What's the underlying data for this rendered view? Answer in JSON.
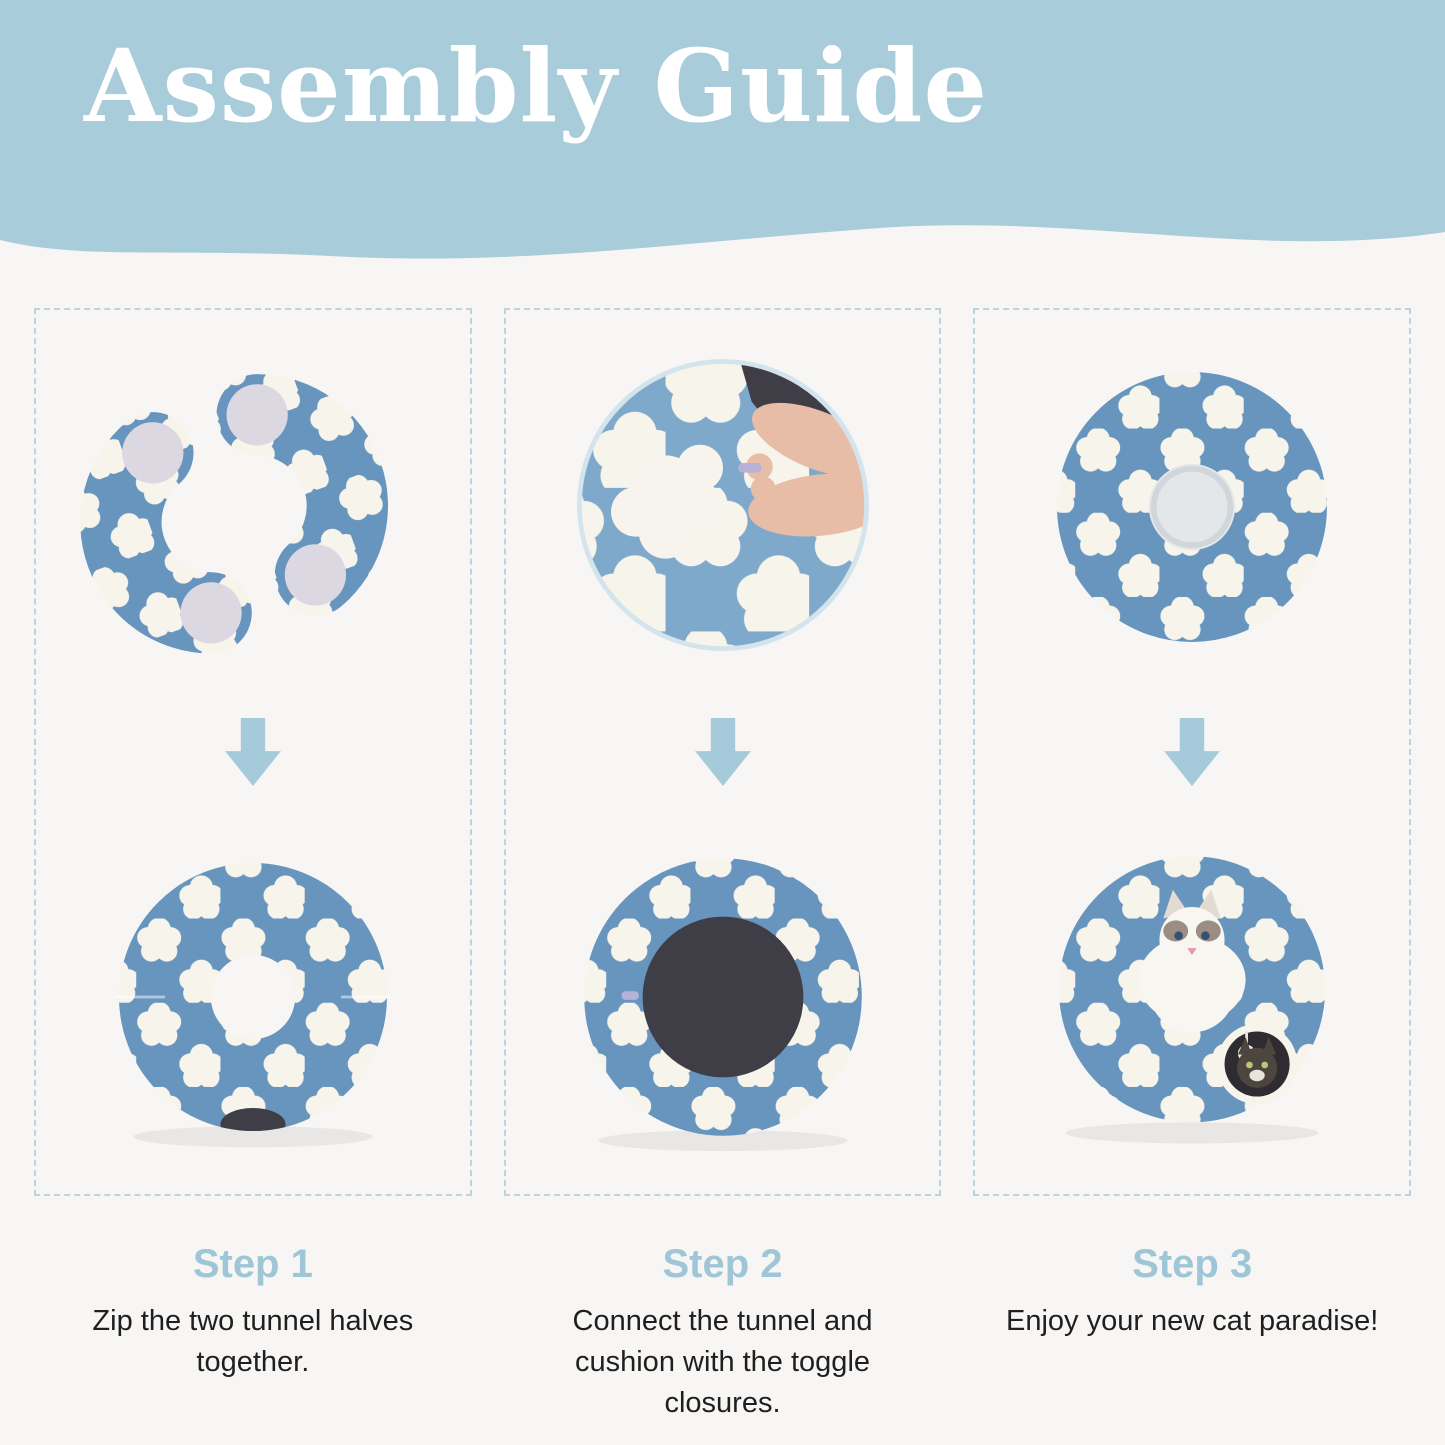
{
  "header": {
    "title": "Assembly Guide"
  },
  "steps": [
    {
      "label": "Step 1",
      "description": "Zip the two tunnel halves together.",
      "images": {
        "top": "two-separated-tunnel-halves",
        "bottom": "tunnel-halves-zipped-into-ring"
      }
    },
    {
      "label": "Step 2",
      "description": "Connect the tunnel and cushion with the toggle closures.",
      "images": {
        "top": "closeup-photo-hands-fastening-toggle-closure",
        "bottom": "tunnel-ring-with-dark-cushion-attached"
      }
    },
    {
      "label": "Step 3",
      "description": "Enjoy your new cat paradise!",
      "images": {
        "top": "assembled-donut-bed-top-view",
        "bottom": "finished-cat-bed-with-cat-inside-and-cat-peeking-from-tunnel"
      }
    }
  ],
  "icons": {
    "down_arrow": "solid-block-arrow-pointing-down"
  },
  "colors": {
    "header_bg": "#a8ccd9",
    "accent_arrow": "#a5cbdb",
    "step_label": "#9fc6d7",
    "dashed_border": "#b9d5df",
    "page_bg": "#f7f6f4",
    "product_blue": "#6795bd",
    "photo_blue": "#7fa9ca",
    "cloud_white": "#f7f4ec",
    "cushion_dark": "#3f3e46",
    "text_dark": "#1f1f1f",
    "title_white": "#ffffff"
  }
}
